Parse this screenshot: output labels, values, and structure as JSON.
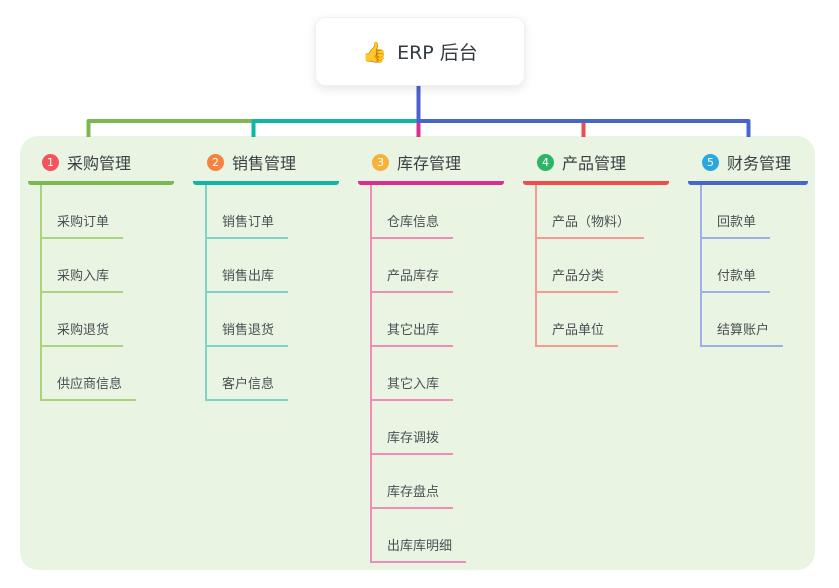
{
  "root": {
    "icon": "👍",
    "title": "ERP 后台"
  },
  "colors": {
    "canvas_bg": "#ffffff",
    "panel_bg": "#e9f5e2",
    "root_line": "#4b61d1",
    "header_text": "#3a3f45",
    "child_text": "#4a5055"
  },
  "branches": [
    {
      "num": "1",
      "title": "采购管理",
      "line_color": "#7bb84f",
      "child_line_color": "#a6d47f",
      "badge_color": "#f4545c",
      "children": [
        "采购订单",
        "采购入库",
        "采购退货",
        "供应商信息"
      ]
    },
    {
      "num": "2",
      "title": "销售管理",
      "line_color": "#12b5a5",
      "child_line_color": "#7fd2c8",
      "badge_color": "#f5823e",
      "children": [
        "销售订单",
        "销售出库",
        "销售退货",
        "客户信息"
      ]
    },
    {
      "num": "3",
      "title": "库存管理",
      "line_color": "#d93090",
      "child_line_color": "#f08cba",
      "badge_color": "#f6b23a",
      "children": [
        "仓库信息",
        "产品库存",
        "其它出库",
        "其它入库",
        "库存调拨",
        "库存盘点",
        "出库库明细"
      ]
    },
    {
      "num": "4",
      "title": "产品管理",
      "line_color": "#ef4d4d",
      "child_line_color": "#f79a93",
      "badge_color": "#2db567",
      "children": [
        "产品（物料）",
        "产品分类",
        "产品单位"
      ]
    },
    {
      "num": "5",
      "title": "财务管理",
      "line_color": "#4767c8",
      "child_line_color": "#9db1e3",
      "badge_color": "#2ba7e0",
      "children": [
        "回款单",
        "付款单",
        "结算账户"
      ]
    }
  ]
}
